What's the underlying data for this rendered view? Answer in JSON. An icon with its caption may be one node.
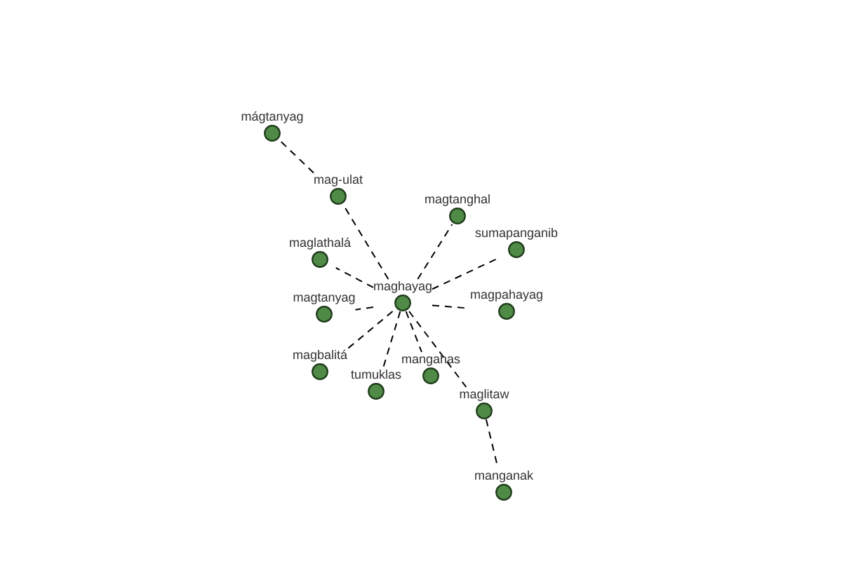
{
  "diagram": {
    "nodes": [
      {
        "text": [
          "mágtanyag"
        ]
      },
      {
        "text": [
          "mag-ulat"
        ]
      },
      {
        "text": [
          "magtanghal"
        ]
      },
      {
        "text": [
          "sumapanganib"
        ]
      },
      {
        "text": [
          "maglathalá"
        ]
      },
      {
        "text": [
          "maghayag"
        ]
      },
      {
        "text": [
          "magtanyag"
        ]
      },
      {
        "text": [
          "magpahayag"
        ]
      },
      {
        "text": [
          "magbalitá"
        ]
      },
      {
        "text": [
          "mangahas"
        ]
      },
      {
        "text": [
          "tumuklas"
        ]
      },
      {
        "text": [
          "maglitaw"
        ]
      },
      {
        "text": [
          "manganak"
        ]
      }
    ],
    "edges": [
      {
        "from": 5,
        "to": 1,
        "arrow": "none",
        "style": "dashed"
      },
      {
        "from": 1,
        "to": 0,
        "arrow": "none",
        "style": "dashed"
      },
      {
        "from": 5,
        "to": 2,
        "arrow": "none",
        "style": "dashed"
      },
      {
        "from": 5,
        "to": 3,
        "arrow": "none",
        "style": "dashed"
      },
      {
        "from": 5,
        "to": 4,
        "arrow": "none",
        "style": "dashed"
      },
      {
        "from": 5,
        "to": 6,
        "arrow": "none",
        "style": "dashed"
      },
      {
        "from": 5,
        "to": 7,
        "arrow": "none",
        "style": "dashed"
      },
      {
        "from": 5,
        "to": 8,
        "arrow": "none",
        "style": "dashed"
      },
      {
        "from": 5,
        "to": 10,
        "arrow": "none",
        "style": "dashed"
      },
      {
        "from": 5,
        "to": 9,
        "arrow": "none",
        "style": "dashed"
      },
      {
        "from": 5,
        "to": 11,
        "arrow": "none",
        "style": "dashed"
      },
      {
        "from": 11,
        "to": 12,
        "arrow": "none",
        "style": "dashed"
      }
    ]
  }
}
